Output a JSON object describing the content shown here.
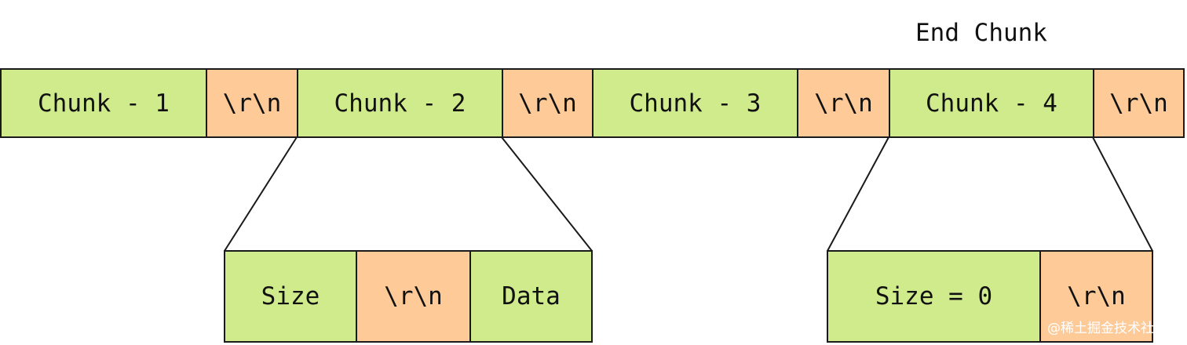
{
  "colors": {
    "data_block": "#d0eb8c",
    "crlf_block": "#fdca98",
    "border": "#1a1a1a"
  },
  "end_chunk_label": "End Chunk",
  "stream": [
    {
      "label": "Chunk - 1",
      "kind": "chunk"
    },
    {
      "label": "\\r\\n",
      "kind": "crlf"
    },
    {
      "label": "Chunk - 2",
      "kind": "chunk"
    },
    {
      "label": "\\r\\n",
      "kind": "crlf"
    },
    {
      "label": "Chunk - 3",
      "kind": "chunk"
    },
    {
      "label": "\\r\\n",
      "kind": "crlf"
    },
    {
      "label": "Chunk - 4",
      "kind": "chunk"
    },
    {
      "label": "\\r\\n",
      "kind": "crlf"
    }
  ],
  "chunk_detail": [
    {
      "label": "Size",
      "kind": "chunk"
    },
    {
      "label": "\\r\\n",
      "kind": "crlf"
    },
    {
      "label": "Data",
      "kind": "chunk"
    }
  ],
  "end_chunk_detail": [
    {
      "label": "Size = 0",
      "kind": "chunk"
    },
    {
      "label": "\\r\\n",
      "kind": "crlf"
    }
  ],
  "watermark": "@稀土掘金技术社区"
}
